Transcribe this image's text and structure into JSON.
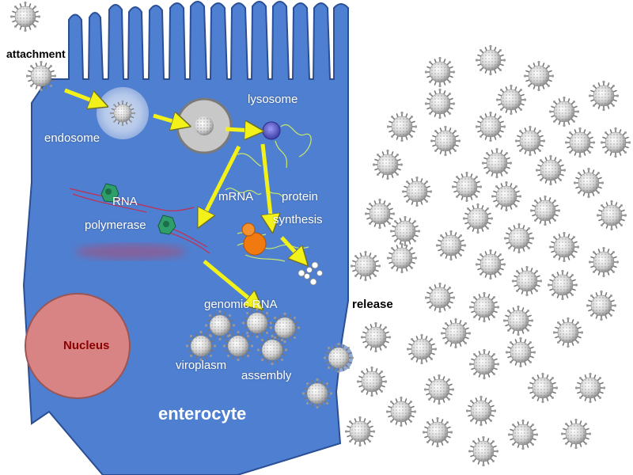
{
  "labels": {
    "attachment": "attachment",
    "endosome": "endosome",
    "lysosome": "lysosome",
    "rna_polymerase_line1": "RNA",
    "rna_polymerase_line2": "polymerase",
    "mrna": "mRNA",
    "protein_synthesis_line1": "protein",
    "protein_synthesis_line2": "synthesis",
    "genomic_rna": "genomic RNA",
    "viroplasm": "viroplasm",
    "assembly": "assembly",
    "release": "release",
    "nucleus": "Nucleus",
    "enterocyte": "enterocyte"
  },
  "colors": {
    "cell": "#4f7fd0",
    "cell_edge": "#2b4f95",
    "nucleus": "#d98484",
    "nucleus_text": "#8b0000",
    "arrow": "#f2f21a",
    "virus": "#d9d9d9"
  }
}
